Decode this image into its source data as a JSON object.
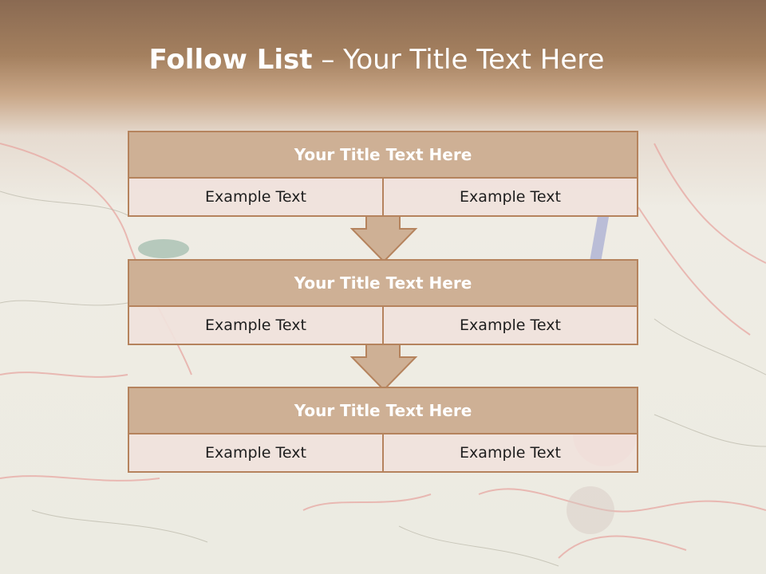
{
  "title": {
    "bold": "Follow List",
    "rest": " – Your Title Text Here"
  },
  "blocks": [
    {
      "title": "Your Title Text Here",
      "left": "Example Text",
      "right": "Example Text"
    },
    {
      "title": "Your Title Text Here",
      "left": "Example Text",
      "right": "Example Text"
    },
    {
      "title": "Your Title Text Here",
      "left": "Example Text",
      "right": "Example Text"
    }
  ],
  "colors": {
    "header": "#ceb095",
    "border": "#b5835d",
    "cell": "#efe2dc",
    "banner": "#8a6a52"
  }
}
